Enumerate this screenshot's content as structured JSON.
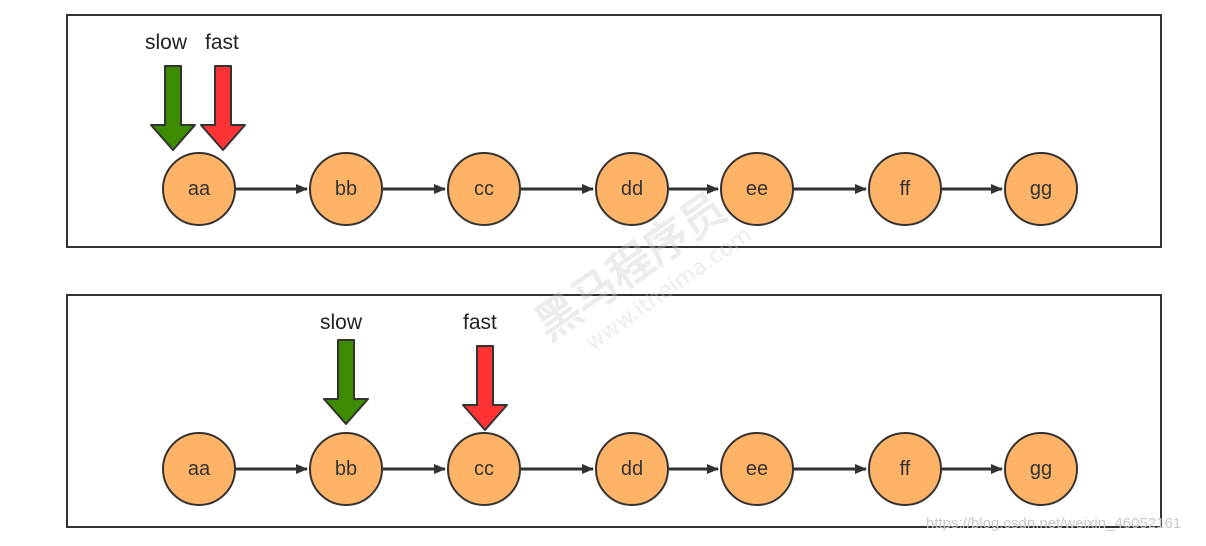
{
  "diagram": {
    "panels": [
      {
        "nodes": [
          "aa",
          "bb",
          "cc",
          "dd",
          "ee",
          "ff",
          "gg"
        ],
        "pointers": [
          {
            "label": "slow",
            "node_index": 0,
            "color": "#2e8b00"
          },
          {
            "label": "fast",
            "node_index": 0,
            "color": "#ff3333"
          }
        ]
      },
      {
        "nodes": [
          "aa",
          "bb",
          "cc",
          "dd",
          "ee",
          "ff",
          "gg"
        ],
        "pointers": [
          {
            "label": "slow",
            "node_index": 1,
            "color": "#2e8b00"
          },
          {
            "label": "fast",
            "node_index": 2,
            "color": "#ff3333"
          }
        ]
      }
    ],
    "node_fill": "#ffb366",
    "stroke_color": "#333333"
  },
  "watermark": {
    "text": "https://blog.csdn.net/weixin_46052161",
    "brand_cn": "黑马程序员",
    "brand_url": "www.itheima.com"
  }
}
